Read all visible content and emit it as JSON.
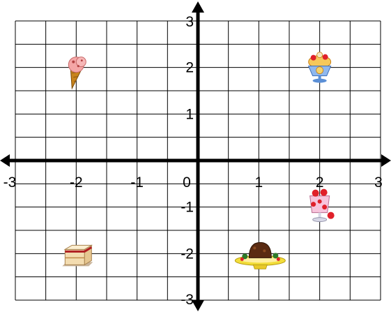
{
  "chart_data": {
    "type": "scatter",
    "title": "",
    "xlabel": "",
    "ylabel": "",
    "xlim": [
      -3,
      3
    ],
    "ylim": [
      -3,
      3
    ],
    "grid": true,
    "x_ticks": [
      "-3",
      "-2",
      "-1",
      "0",
      "1",
      "2",
      "3"
    ],
    "y_ticks": [
      "3",
      "2",
      "1",
      "-1",
      "-2",
      "-3"
    ],
    "points": [
      {
        "x": -2,
        "y": 2,
        "icon": "ice-cream-cone-icon"
      },
      {
        "x": 2,
        "y": 2,
        "icon": "ice-cream-sundae-icon"
      },
      {
        "x": 2,
        "y": -1,
        "icon": "strawberry-parfait-icon"
      },
      {
        "x": -2,
        "y": -2,
        "icon": "cake-slice-icon"
      },
      {
        "x": 1,
        "y": -2,
        "icon": "chocolate-pudding-icon"
      }
    ],
    "colors": {
      "grid": "#000000",
      "axis": "#000000",
      "ice_cream_pink": "#f4a6a6",
      "cone": "#c8841c",
      "sundae_bowl": "#5b8fd6",
      "strawberry": "#e0202a",
      "cake": "#f3dcb0",
      "chocolate": "#5a2b12",
      "plate": "#f2dd3a"
    }
  }
}
